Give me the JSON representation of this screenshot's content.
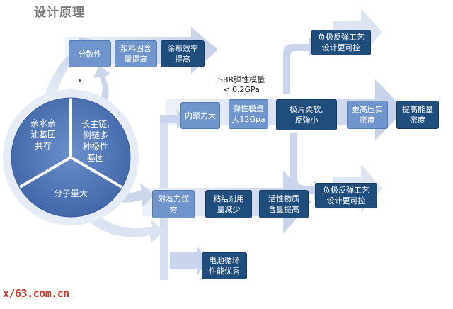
{
  "title": "设计原理",
  "cycle": {
    "left": "亲水亲\n油基团\n共存",
    "right": "长主链,\n侧链多\n种极性\n基团",
    "bottom": "分子量大"
  },
  "boxes": {
    "dispersibility": "分散性",
    "slurry_solid": "浆料固含\n量提高",
    "coating_efficiency": "涂布效率\n提高",
    "cohesion": "内聚力大",
    "elastic_modulus": "弹性模量\n大12Gpa",
    "sheet_soft": "极片柔软,\n反弹小",
    "higher_compaction": "更高压实\n密度",
    "energy_density": "提高能量\n密度",
    "rebound_top": "负极反弹工艺\n设计更可控",
    "rebound_bottom": "负极反弹工艺\n设计更可控",
    "adhesion": "附着力优\n秀",
    "binder_less": "粘结剂用\n量减少",
    "active_content": "活性物质\n含量提高",
    "battery_cycle": "电池循环\n性能优秀"
  },
  "sbr_note": "SBR弹性模量\n< 0.2GPa",
  "watermark": "x/63.com.cn",
  "colors": {
    "light_box": "#6f95cc",
    "dark_box": "#1f4e7c",
    "arrow": "#c7d3e9",
    "circle": "#4f74b5"
  }
}
